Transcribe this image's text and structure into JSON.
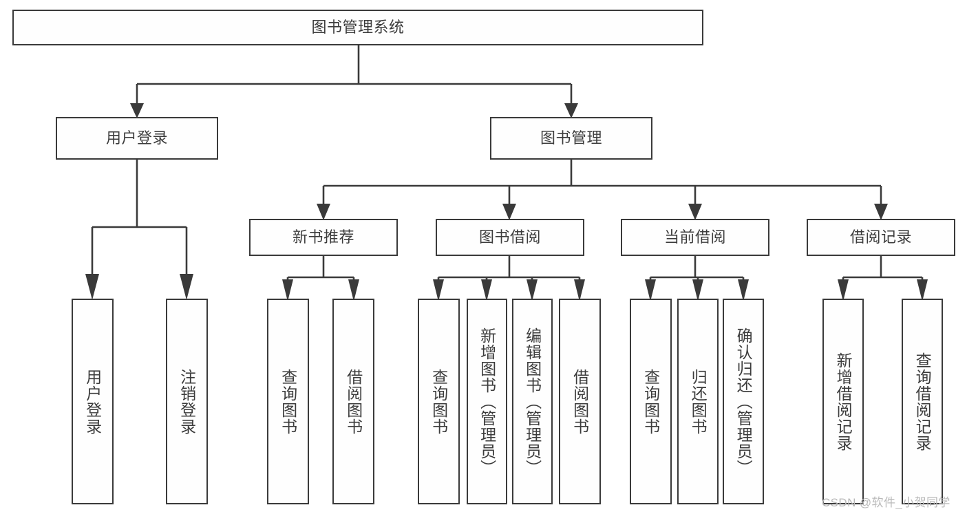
{
  "diagram": {
    "title": "图书管理系统",
    "type": "tree-hierarchy",
    "watermark": "CSDN @软件_小贺同学",
    "colors": {
      "box_border": "#3a3a3a",
      "box_fill": "#fefefe",
      "text": "#3c3c3c",
      "connector": "#3a3a3a",
      "watermark": "#b9b9b9"
    },
    "levels": {
      "level1": [
        {
          "id": "root",
          "label": "图书管理系统"
        }
      ],
      "level2": [
        {
          "id": "user-login",
          "label": "用户登录"
        },
        {
          "id": "book-manage",
          "label": "图书管理"
        }
      ],
      "level3": [
        {
          "id": "new-book-rec",
          "label": "新书推荐"
        },
        {
          "id": "book-borrow",
          "label": "图书借阅"
        },
        {
          "id": "current-borrow",
          "label": "当前借阅"
        },
        {
          "id": "borrow-record",
          "label": "借阅记录"
        }
      ],
      "level4": [
        {
          "id": "leaf-user-login",
          "label": "用户登录",
          "parent": "user-login"
        },
        {
          "id": "leaf-user-logout",
          "label": "注销登录",
          "parent": "user-login"
        },
        {
          "id": "leaf-query-book-1",
          "label": "查询图书",
          "parent": "new-book-rec"
        },
        {
          "id": "leaf-borrow-book-1",
          "label": "借阅图书",
          "parent": "new-book-rec"
        },
        {
          "id": "leaf-query-book-2",
          "label": "查询图书",
          "parent": "book-borrow"
        },
        {
          "id": "leaf-add-book",
          "label": "新增图书（管理员）",
          "parent": "book-borrow"
        },
        {
          "id": "leaf-edit-book",
          "label": "编辑图书（管理员）",
          "parent": "book-borrow"
        },
        {
          "id": "leaf-borrow-book-2",
          "label": "借阅图书",
          "parent": "book-borrow"
        },
        {
          "id": "leaf-query-book-3",
          "label": "查询图书",
          "parent": "current-borrow"
        },
        {
          "id": "leaf-return-book",
          "label": "归还图书",
          "parent": "current-borrow"
        },
        {
          "id": "leaf-confirm-return",
          "label": "确认归还（管理员）",
          "parent": "current-borrow"
        },
        {
          "id": "leaf-add-record",
          "label": "新增借阅记录",
          "parent": "borrow-record"
        },
        {
          "id": "leaf-query-record",
          "label": "查询借阅记录",
          "parent": "borrow-record"
        }
      ]
    }
  }
}
